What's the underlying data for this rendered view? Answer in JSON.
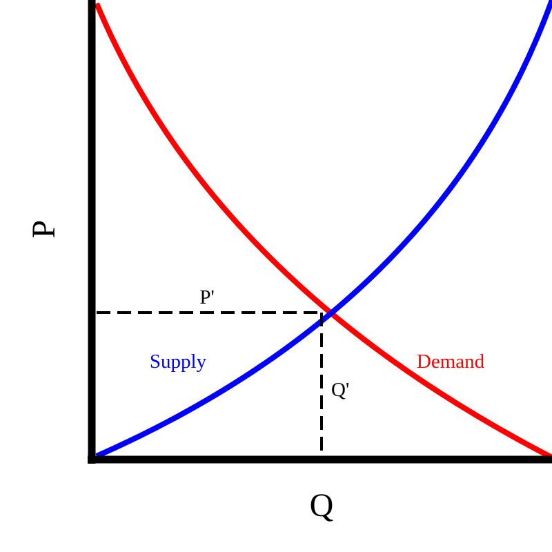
{
  "labels": {
    "y_axis": "P",
    "x_axis": "Q",
    "price_marker": "P'",
    "quantity_marker": "Q'",
    "supply": "Supply",
    "demand": "Demand"
  },
  "colors": {
    "supply": "#0000ff",
    "demand": "#ff0000",
    "axes": "#000000",
    "guides": "#000000"
  }
}
